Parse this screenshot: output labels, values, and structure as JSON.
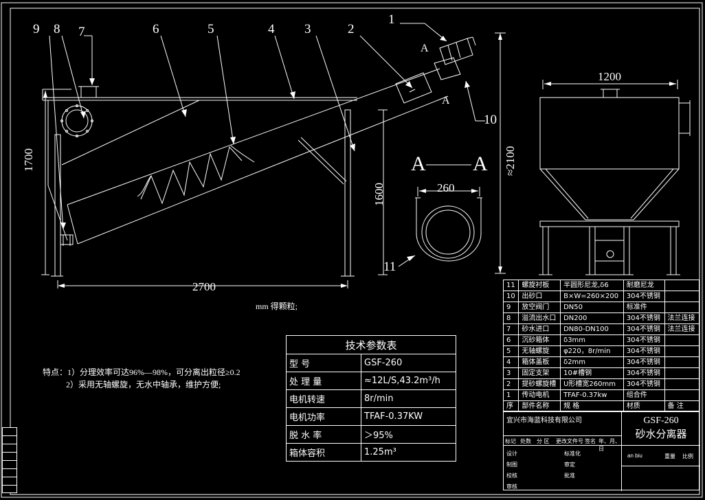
{
  "callouts": [
    "1",
    "2",
    "3",
    "4",
    "5",
    "6",
    "7",
    "8",
    "9",
    "10",
    "11"
  ],
  "dimensions": {
    "length": "2700",
    "height_left": "1700",
    "height_mid": "1600",
    "height_total": "≈2100",
    "tank_width": "1200",
    "trough_width": "260"
  },
  "section": {
    "mark": "A",
    "title_left": "A",
    "title_right": "A"
  },
  "note_mm": "mm 得颗粒;",
  "features": {
    "line1": "特点：1）分理效率可达96%—98%，可分离出粒径≥0.2",
    "line2": "2）采用无轴螺旋，无水中轴承，维护方便;"
  },
  "tech_table": {
    "title": "技术参数表",
    "rows": [
      {
        "name": "型    号",
        "value": "GSF-260"
      },
      {
        "name": "处 理 量",
        "value": "≈12L/S,43.2m³/h"
      },
      {
        "name": "电机转速",
        "value": "8r/min"
      },
      {
        "name": "电机功率",
        "value": "TFAF-0.37KW"
      },
      {
        "name": "脱 水 率",
        "value": "＞95%"
      },
      {
        "name": "箱体容积",
        "value": "1.25m³"
      }
    ]
  },
  "parts_table": {
    "rows": [
      {
        "no": "11",
        "name": "螺旋衬板",
        "spec": "半圆形尼龙,δ6",
        "material": "耐磨尼龙",
        "note": ""
      },
      {
        "no": "10",
        "name": "出砂口",
        "spec": "B×W=260×200",
        "material": "304不锈钢",
        "note": ""
      },
      {
        "no": "9",
        "name": "放空阀门",
        "spec": "DN50",
        "material": "标准件",
        "note": ""
      },
      {
        "no": "8",
        "name": "溢流出水口",
        "spec": "DN200",
        "material": "304不锈钢",
        "note": "法兰连接"
      },
      {
        "no": "7",
        "name": "砂水进口",
        "spec": "DN80-DN100",
        "material": "304不锈钢",
        "note": "法兰连接"
      },
      {
        "no": "6",
        "name": "沉砂箱体",
        "spec": "δ3mm",
        "material": "304不锈钢",
        "note": ""
      },
      {
        "no": "5",
        "name": "无轴螺旋",
        "spec": "φ220，8r/min",
        "material": "304不锈钢",
        "note": ""
      },
      {
        "no": "4",
        "name": "箱体盖板",
        "spec": "δ2mm",
        "material": "304不锈钢",
        "note": ""
      },
      {
        "no": "3",
        "name": "固定支架",
        "spec": "10#槽钢",
        "material": "304不锈钢",
        "note": ""
      },
      {
        "no": "2",
        "name": "提砂螺旋槽",
        "spec": "U形槽宽260mm",
        "material": "304不锈钢",
        "note": ""
      },
      {
        "no": "1",
        "name": "传动电机",
        "spec": "TFAF-0.37kw",
        "material": "组合件",
        "note": ""
      }
    ],
    "header": {
      "no": "序",
      "name": "部件名称",
      "spec": "规    格",
      "material": "材质",
      "note": "备 注"
    }
  },
  "title_block": {
    "company": "宜兴市海蓝科技有限公司",
    "model": "GSF-260",
    "product": "砂水分离器",
    "row_labels": [
      "标记",
      "处数",
      "分 区",
      "更改文件号",
      "签名",
      "年、月、日"
    ],
    "roles": [
      "设计",
      "制图",
      "校核",
      "审核"
    ],
    "roles2": [
      "标准化",
      "审定",
      "批准"
    ],
    "scale_labels": [
      "重量",
      "比例"
    ],
    "stage": "an biu"
  }
}
